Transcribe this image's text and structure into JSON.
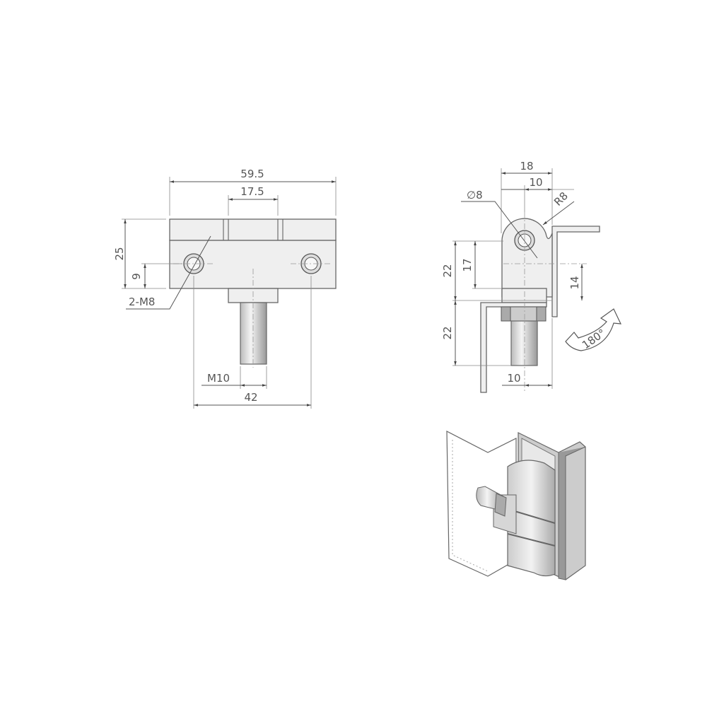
{
  "front_view": {
    "overall_width": "59.5",
    "knuckle_width": "17.5",
    "height": "25",
    "hole_offset": "9",
    "hole_callout": "2-M8",
    "thread": "M10",
    "hole_spacing": "42"
  },
  "side_view": {
    "width": "18",
    "pin_offset": "10",
    "pin_diameter": "∅8",
    "radius": "R8",
    "upper_height": "22",
    "leaf_height": "17",
    "bracket_offset": "14",
    "lower_height": "22",
    "stud_offset": "10",
    "rotation": "180°"
  },
  "colors": {
    "line": "#555555",
    "part_fill": "#efefef",
    "pin_shade": "#bbbbbb"
  }
}
